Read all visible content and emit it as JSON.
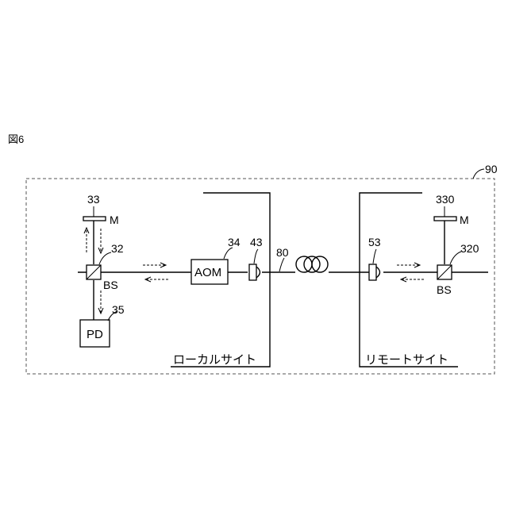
{
  "figure": {
    "label": "図6",
    "enclosure_ref": "90",
    "local_site_label": "ローカルサイト",
    "remote_site_label": "リモートサイト"
  },
  "components": {
    "mirror_local": {
      "ref": "33",
      "label": "M"
    },
    "bs_local": {
      "ref": "32",
      "label": "BS"
    },
    "pd": {
      "ref": "35",
      "label": "PD"
    },
    "aom": {
      "ref": "34",
      "label": "AOM"
    },
    "collimator_local": {
      "ref": "43"
    },
    "fiber": {
      "ref": "80"
    },
    "collimator_remote": {
      "ref": "53"
    },
    "mirror_remote": {
      "ref": "330",
      "label": "M"
    },
    "bs_remote": {
      "ref": "320",
      "label": "BS"
    }
  }
}
